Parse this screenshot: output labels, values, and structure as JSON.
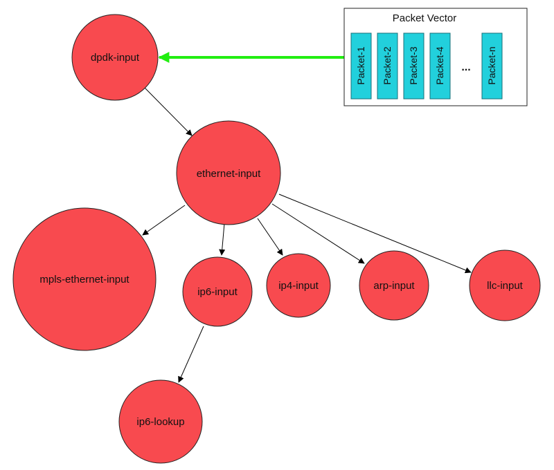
{
  "colors": {
    "node_fill": "#f84a4f",
    "node_stroke": "#222222",
    "packet_fill": "#22d0dc",
    "packet_stroke": "#1a6f78",
    "vector_arrow": "#22ee11",
    "edge": "#000000"
  },
  "nodes": {
    "dpdk_input": "dpdk-input",
    "ethernet_input": "ethernet-input",
    "mpls_ethernet_input": "mpls-ethernet-input",
    "ip6_input": "ip6-input",
    "ip4_input": "ip4-input",
    "arp_input": "arp-input",
    "llc_input": "llc-input",
    "ip6_lookup": "ip6-lookup"
  },
  "packet_vector": {
    "title": "Packet Vector",
    "packets": [
      "Packet-1",
      "Packet-2",
      "Packet-3",
      "Packet-4",
      "Packet-n"
    ],
    "ellipsis": "..."
  },
  "edges": [
    [
      "packet_vector",
      "dpdk_input"
    ],
    [
      "dpdk_input",
      "ethernet_input"
    ],
    [
      "ethernet_input",
      "mpls_ethernet_input"
    ],
    [
      "ethernet_input",
      "ip6_input"
    ],
    [
      "ethernet_input",
      "ip4_input"
    ],
    [
      "ethernet_input",
      "arp_input"
    ],
    [
      "ethernet_input",
      "llc_input"
    ],
    [
      "ip6_input",
      "ip6_lookup"
    ]
  ]
}
